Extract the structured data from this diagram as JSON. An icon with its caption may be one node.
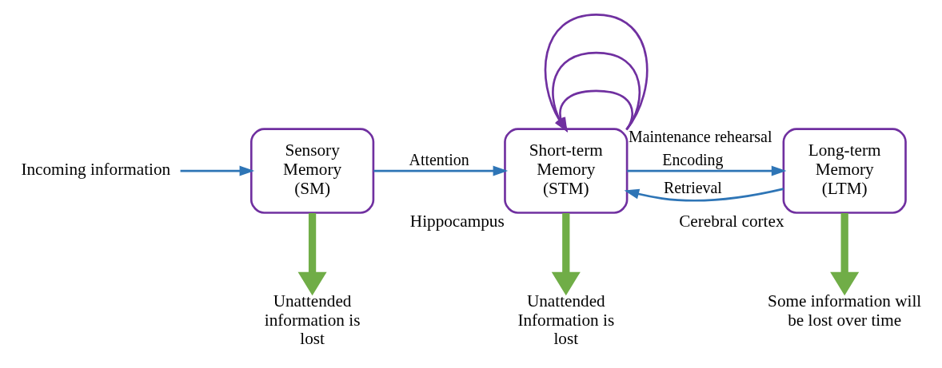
{
  "diagram": {
    "nodes": [
      {
        "text": [
          "Incoming information"
        ]
      },
      {
        "text": [
          "Sensory Memory (SM)"
        ]
      },
      {
        "text": [
          "Short-term Memory (STM)"
        ],
        "beside": [
          "Hippocampus"
        ]
      },
      {
        "text": [
          "Long-term Memory (LTM)"
        ],
        "beside": [
          "Cerebral cortex"
        ]
      },
      {
        "text": [
          "Unattended information is lost"
        ]
      },
      {
        "text": [
          "Unattended Information is lost"
        ]
      },
      {
        "text": [
          "Some information will be lost over time"
        ]
      }
    ],
    "edges": [
      {
        "from": 0,
        "to": 1,
        "arrow": "to"
      },
      {
        "from": 1,
        "to": 2,
        "arrow": "to",
        "label": "Attention"
      },
      {
        "from": 2,
        "to": 3,
        "arrow": "to",
        "label": "Encoding"
      },
      {
        "from": 3,
        "to": 2,
        "arrow": "to",
        "label": "Retrieval"
      },
      {
        "from": 2,
        "to": 2,
        "arrow": "to",
        "color": "#7030a0",
        "label": "Maintenance rehearsal"
      },
      {
        "from": 2,
        "to": 2,
        "arrow": "to",
        "color": "#7030a0"
      },
      {
        "from": 2,
        "to": 2,
        "arrow": "to",
        "color": "#7030a0"
      },
      {
        "from": 1,
        "to": 4,
        "arrow": "to",
        "style": "thick",
        "color": "#70ad47"
      },
      {
        "from": 2,
        "to": 5,
        "arrow": "to",
        "style": "thick",
        "color": "#70ad47"
      },
      {
        "from": 3,
        "to": 6,
        "arrow": "to",
        "style": "thick",
        "color": "#70ad47"
      }
    ]
  }
}
